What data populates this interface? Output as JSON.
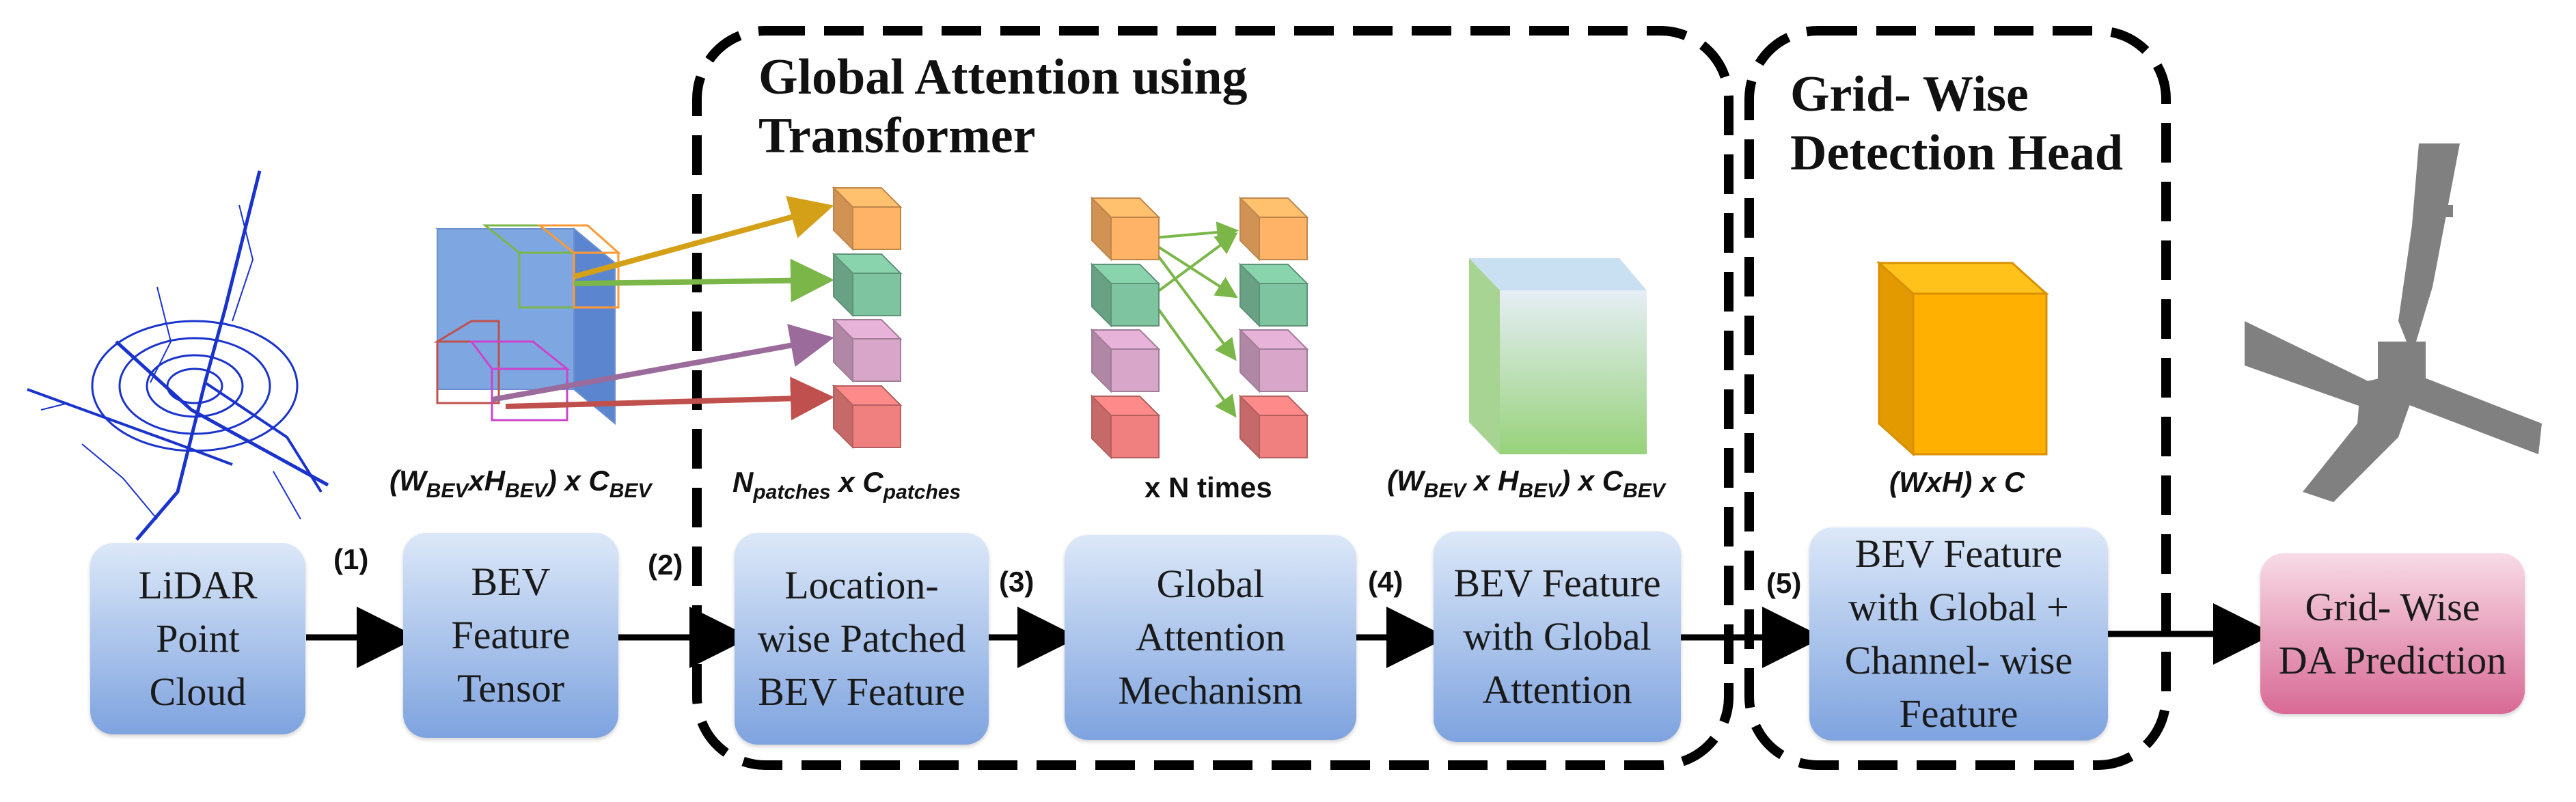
{
  "groups": {
    "global_attention_title": "Global Attention using\nTransformer",
    "detection_head_title": "Grid- Wise\nDetection Head"
  },
  "boxes": {
    "lidar": "LiDAR\nPoint\nCloud",
    "bev_tensor": "BEV\nFeature\nTensor",
    "patched": "Location-\nwise Patched\nBEV Feature",
    "mechanism": "Global\nAttention\nMechanism",
    "bev_global": "BEV Feature\nwith Global\nAttention",
    "bev_channel": "BEV Feature\nwith Global +\nChannel- wise\nFeature",
    "prediction": "Grid- Wise\nDA Prediction"
  },
  "steps": [
    "(1)",
    "(2)",
    "(3)",
    "(4)",
    "(5)"
  ],
  "labels": {
    "bev_dims": {
      "w": "W",
      "w_sub": "BEV",
      "x": "x",
      "h": "H",
      "h_sub": "BEV",
      "c_pre": ") x C",
      "c_sub": "BEV"
    },
    "patch_dims": {
      "n": "N",
      "n_sub": "patches",
      "c_pre": " x C",
      "c_sub": "patches"
    },
    "repeat": "x N times",
    "global_dims": {
      "w": "W",
      "w_sub": "BEV",
      "h_pre": " x H",
      "h_sub": "BEV",
      "c_pre": ") x C",
      "c_sub": "BEV"
    },
    "head_dims": "(WxH) x C"
  },
  "colors": {
    "box_blue_top": "#dce8f8",
    "box_blue_bottom": "#7ea3df",
    "box_pink_top": "#f8dbe6",
    "box_pink_bottom": "#d86a95",
    "orange": "#ffb366",
    "green": "#7fc4a0",
    "purple": "#d7a6c9",
    "red": "#f08080",
    "arrow_gold": "#d4a017",
    "arrow_green": "#7ab648",
    "arrow_purple": "#9b6b9b",
    "arrow_red": "#c0504d",
    "bev_cube": "#7ea6e0",
    "gold_cube": "#ffb000",
    "map_gray": "#808080",
    "lidar_blue": "#1a33cc"
  },
  "icons": [
    "lidar-scan-icon",
    "bev-tensor-cube-icon",
    "patch-cube-icon",
    "attention-network-icon",
    "green-feature-cube-icon",
    "orange-feature-cube-icon",
    "road-map-icon"
  ]
}
